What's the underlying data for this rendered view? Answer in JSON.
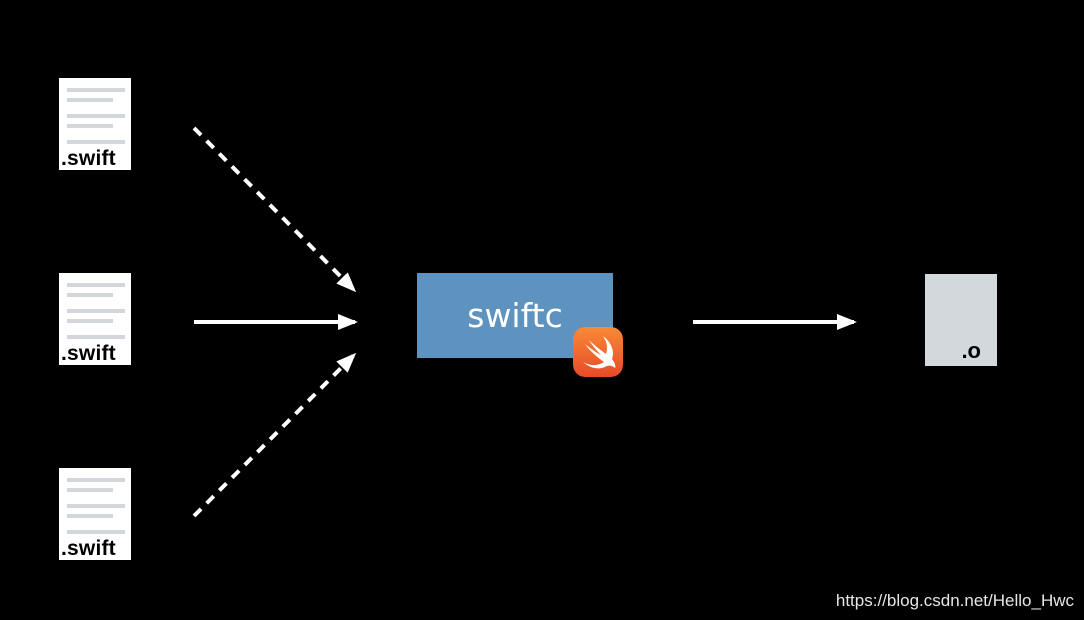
{
  "inputs": [
    {
      "label": ".swift"
    },
    {
      "label": ".swift"
    },
    {
      "label": ".swift"
    }
  ],
  "compiler": {
    "label": "swiftc",
    "logo_icon": "swift-logo-icon"
  },
  "output": {
    "label": ".o"
  },
  "watermark": "https://blog.csdn.net/Hello_Hwc",
  "colors": {
    "background": "#000000",
    "compiler_box": "#5e93bf",
    "swift_logo_gradient": [
      "#f88a36",
      "#e84a2a"
    ],
    "doc_lines": "#d3d6da",
    "output_file": "#d3d8dd"
  }
}
